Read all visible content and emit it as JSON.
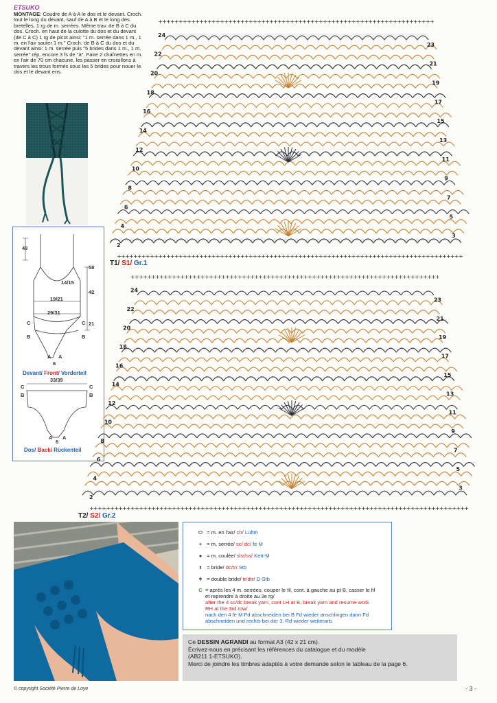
{
  "pattern": {
    "name": "ETSUKO",
    "montage_heading": "MONTAGE",
    "montage_text": ": Coudre de A à A le dos et le devant. Croch. tout le long du devant, sauf de A à B et le long des bretelles, 1 rg de m. serrées. Même trav. de B à C du dos. Croch. en haut de la culotte du dos et du devant (de C à C) 1 rg de picot ainsi: \"1 m. serrée dans 1 m., 1 m. en l'air sauter 1 m.\" Croch. de B à C du dos et du devant ainsi: 1 m. serrée puis \"5 brides dans 1 m., 1 m. serrée\" rép. encore 3 fs de \"à\". Faire 2 chaînettes en m. en l'air de 70 cm chacune, les passer en croisillons à travers les trous formés sous les 5 brides pour nouer le dos et le devant ens."
  },
  "schema": {
    "front": {
      "measures": [
        "48",
        "58",
        "14/15",
        "42",
        "19/21",
        "29/31",
        "21",
        "6"
      ],
      "points": [
        "C",
        "C",
        "B",
        "B",
        "A",
        "A"
      ],
      "caption_fr": "Devant/",
      "caption_en": "Front/",
      "caption_de": "Vorderteil"
    },
    "back": {
      "measures": [
        "33/35",
        "6"
      ],
      "points": [
        "C",
        "C",
        "B",
        "B",
        "A",
        "A"
      ],
      "caption_fr": "Dos/",
      "caption_en": "Back/",
      "caption_de": "Rückenteil"
    }
  },
  "charts": [
    {
      "caption_t": "T1/",
      "caption_s": "S1/",
      "caption_gr": "Gr.1",
      "row_numbers": [
        "2",
        "3",
        "4",
        "5",
        "6",
        "7",
        "8",
        "9",
        "10",
        "11",
        "12",
        "13",
        "14",
        "15",
        "16",
        "17",
        "18",
        "19",
        "20",
        "21",
        "22",
        "23",
        "24"
      ]
    },
    {
      "caption_t": "T2/",
      "caption_s": "S2/",
      "caption_gr": "Gr.2",
      "row_numbers": [
        "2",
        "3",
        "4",
        "5",
        "6",
        "7",
        "8",
        "9",
        "10",
        "11",
        "12",
        "13",
        "14",
        "15",
        "16",
        "17",
        "18",
        "19",
        "20",
        "21",
        "22",
        "23",
        "24"
      ]
    }
  ],
  "legend": {
    "chain": {
      "fr": "= m. en l'air/",
      "en": "ch/",
      "de": "Luftm"
    },
    "sc": {
      "fr": "= m. serrée/",
      "en": "sc/ dc/",
      "de": "fe M"
    },
    "slst": {
      "fr": "= m. coulée/",
      "en": "slst/ss/",
      "de": "Kett-M"
    },
    "dc": {
      "fr": "= bride/",
      "en": "dc/tr/",
      "de": "Stb"
    },
    "tr": {
      "fr": "= double bride/",
      "en": "tr/dtr/",
      "de": "D-Stb"
    },
    "c_symbol": "C",
    "c_fr": "= après les 4 m. serrées, couper le fil, cont. à gauche au pt B, casser le fil et reprendre à droite au 3e rg/",
    "c_en": "after the 4 sc/dc break yarn, cont LH at B, break yarn and resume work RH at the 3rd row/",
    "c_de": "nach den 4 fe M Fd abschneiden bei B Fd wieder anschlingen dann Fd abschneiden und rechts bei der 3. Rd wieder weiterarb."
  },
  "enlarge": {
    "bold": "DESSIN AGRANDI",
    "prefix": "Ce",
    "line1": "au format A3 (42 x 21 cm).",
    "line2": "Écrivez-nous en précisant les références du catalogue et du modèle",
    "line3": "(AB211 1-ETSUKO).",
    "line4": "Merci de joindre les timbres adaptés à votre demande selon le tableau de la page 6."
  },
  "footer": {
    "copyright": "© copyright Société Pierre de Loye",
    "page": "- 3 -"
  },
  "colors": {
    "orange_stitch": "#c9822f",
    "dark_stitch": "#2b2b3a",
    "frame_blue": "#5b7db8",
    "red": "#d21e1e",
    "blue": "#1f5fb0",
    "green": "#2f9a3c",
    "swimsuit_teal": "#0f6aa0"
  }
}
